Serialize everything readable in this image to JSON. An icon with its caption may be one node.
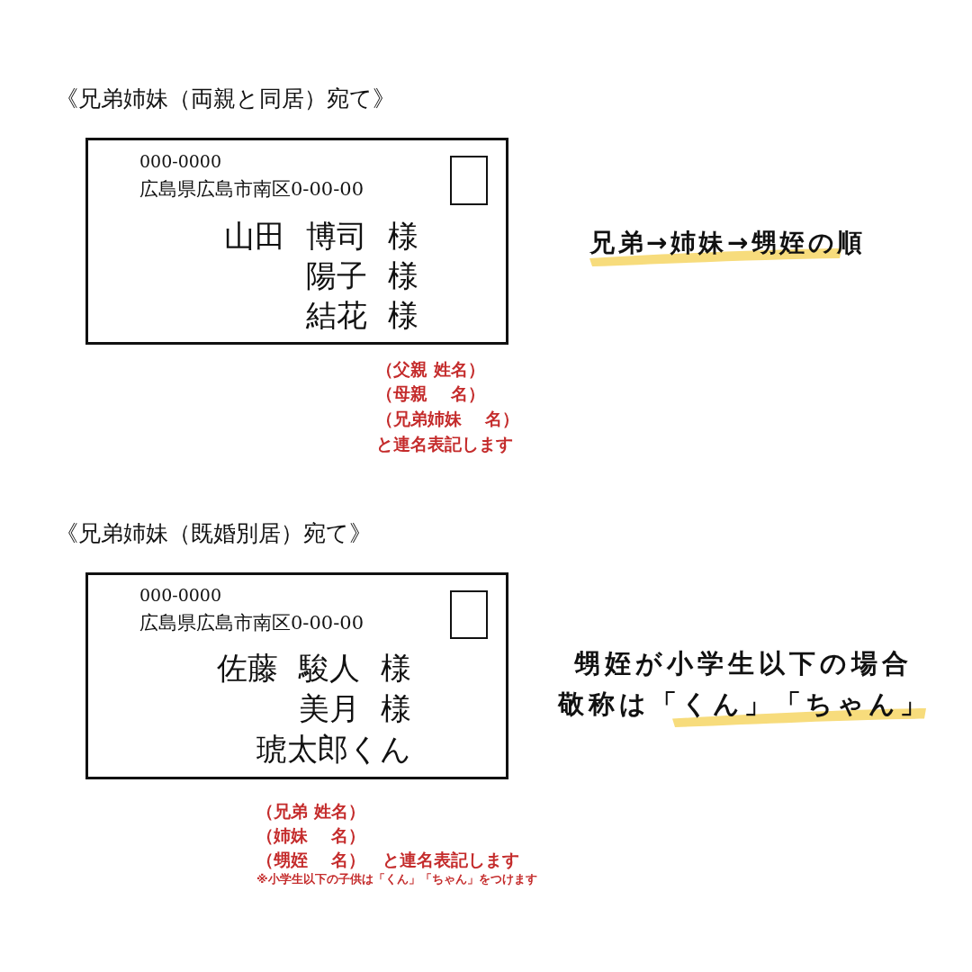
{
  "diagram": {
    "nodes": [
      {
        "text": [
          "000-0000",
          "広島県広島市南区0-00-00",
          "山田 博司 様",
          "陽子 様",
          "結花 様"
        ],
        "beside": [
          "（父親 姓名）",
          "（母親　 名）",
          "（兄弟姉妹　 名）",
          "と連名表記します"
        ]
      },
      {
        "text": [],
        "shape": "box",
        "in": 0
      },
      {
        "text": [
          "000-0000",
          "広島県広島市南区0-00-00",
          "佐藤 駿人 様",
          "美月 様",
          "琥太郎くん"
        ],
        "beside": [
          "（兄弟 姓名）",
          "（姉妹　 名）",
          "（甥姪　 名）　と連名表記します",
          "※小学生以下の子供は「くん」「ちゃん」をつけます"
        ]
      },
      {
        "text": [],
        "shape": "box",
        "in": 2
      }
    ],
    "labels": [
      "《兄弟姉妹（両親と同居）宛て》",
      "兄弟→姉妹→甥姪の順",
      "《兄弟姉妹（既婚別居）宛て》",
      "甥姪が小学生以下の場合敬称は「くん」「ちゃん」"
    ]
  }
}
